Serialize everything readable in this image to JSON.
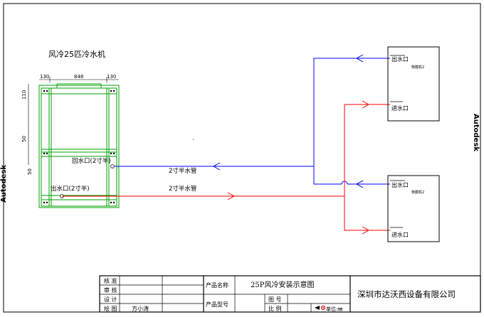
{
  "side_labels": {
    "left": "Autodesk",
    "right": "Autodesk"
  },
  "unit": {
    "title": "风冷25匹冷水机",
    "dims": {
      "d1": "130",
      "d2": "848",
      "d3": "130",
      "d4": "110",
      "d5": "50",
      "d6": "50"
    },
    "return_port": "回水口(2寸半)",
    "outlet_port": "出水口(2寸半)"
  },
  "pipes": {
    "upper": "2寸半水管",
    "lower": "2寸半水管"
  },
  "machines": [
    {
      "name": "物膜机2",
      "outlet": "出水口",
      "inlet": "进水口"
    },
    {
      "name": "物膜机2",
      "outlet": "出水口",
      "inlet": "进水口"
    }
  ],
  "colors": {
    "supply": "#ff0000",
    "return": "#0000ff",
    "frame": "#00a000"
  },
  "title_block": {
    "rows": [
      {
        "label": "核  准",
        "name": ""
      },
      {
        "label": "审  核",
        "name": ""
      },
      {
        "label": "设  计",
        "name": ""
      },
      {
        "label": "绘  图",
        "name": "方小涛"
      }
    ],
    "product_name_label": "产品名称",
    "product_name": "25P风冷安装示意图",
    "product_model_label": "产品型号",
    "drawing_no_label": "图  号",
    "scale_label": "比  例",
    "unit_label": "单位:㎜",
    "company": "深圳市达沃西设备有限公司"
  }
}
